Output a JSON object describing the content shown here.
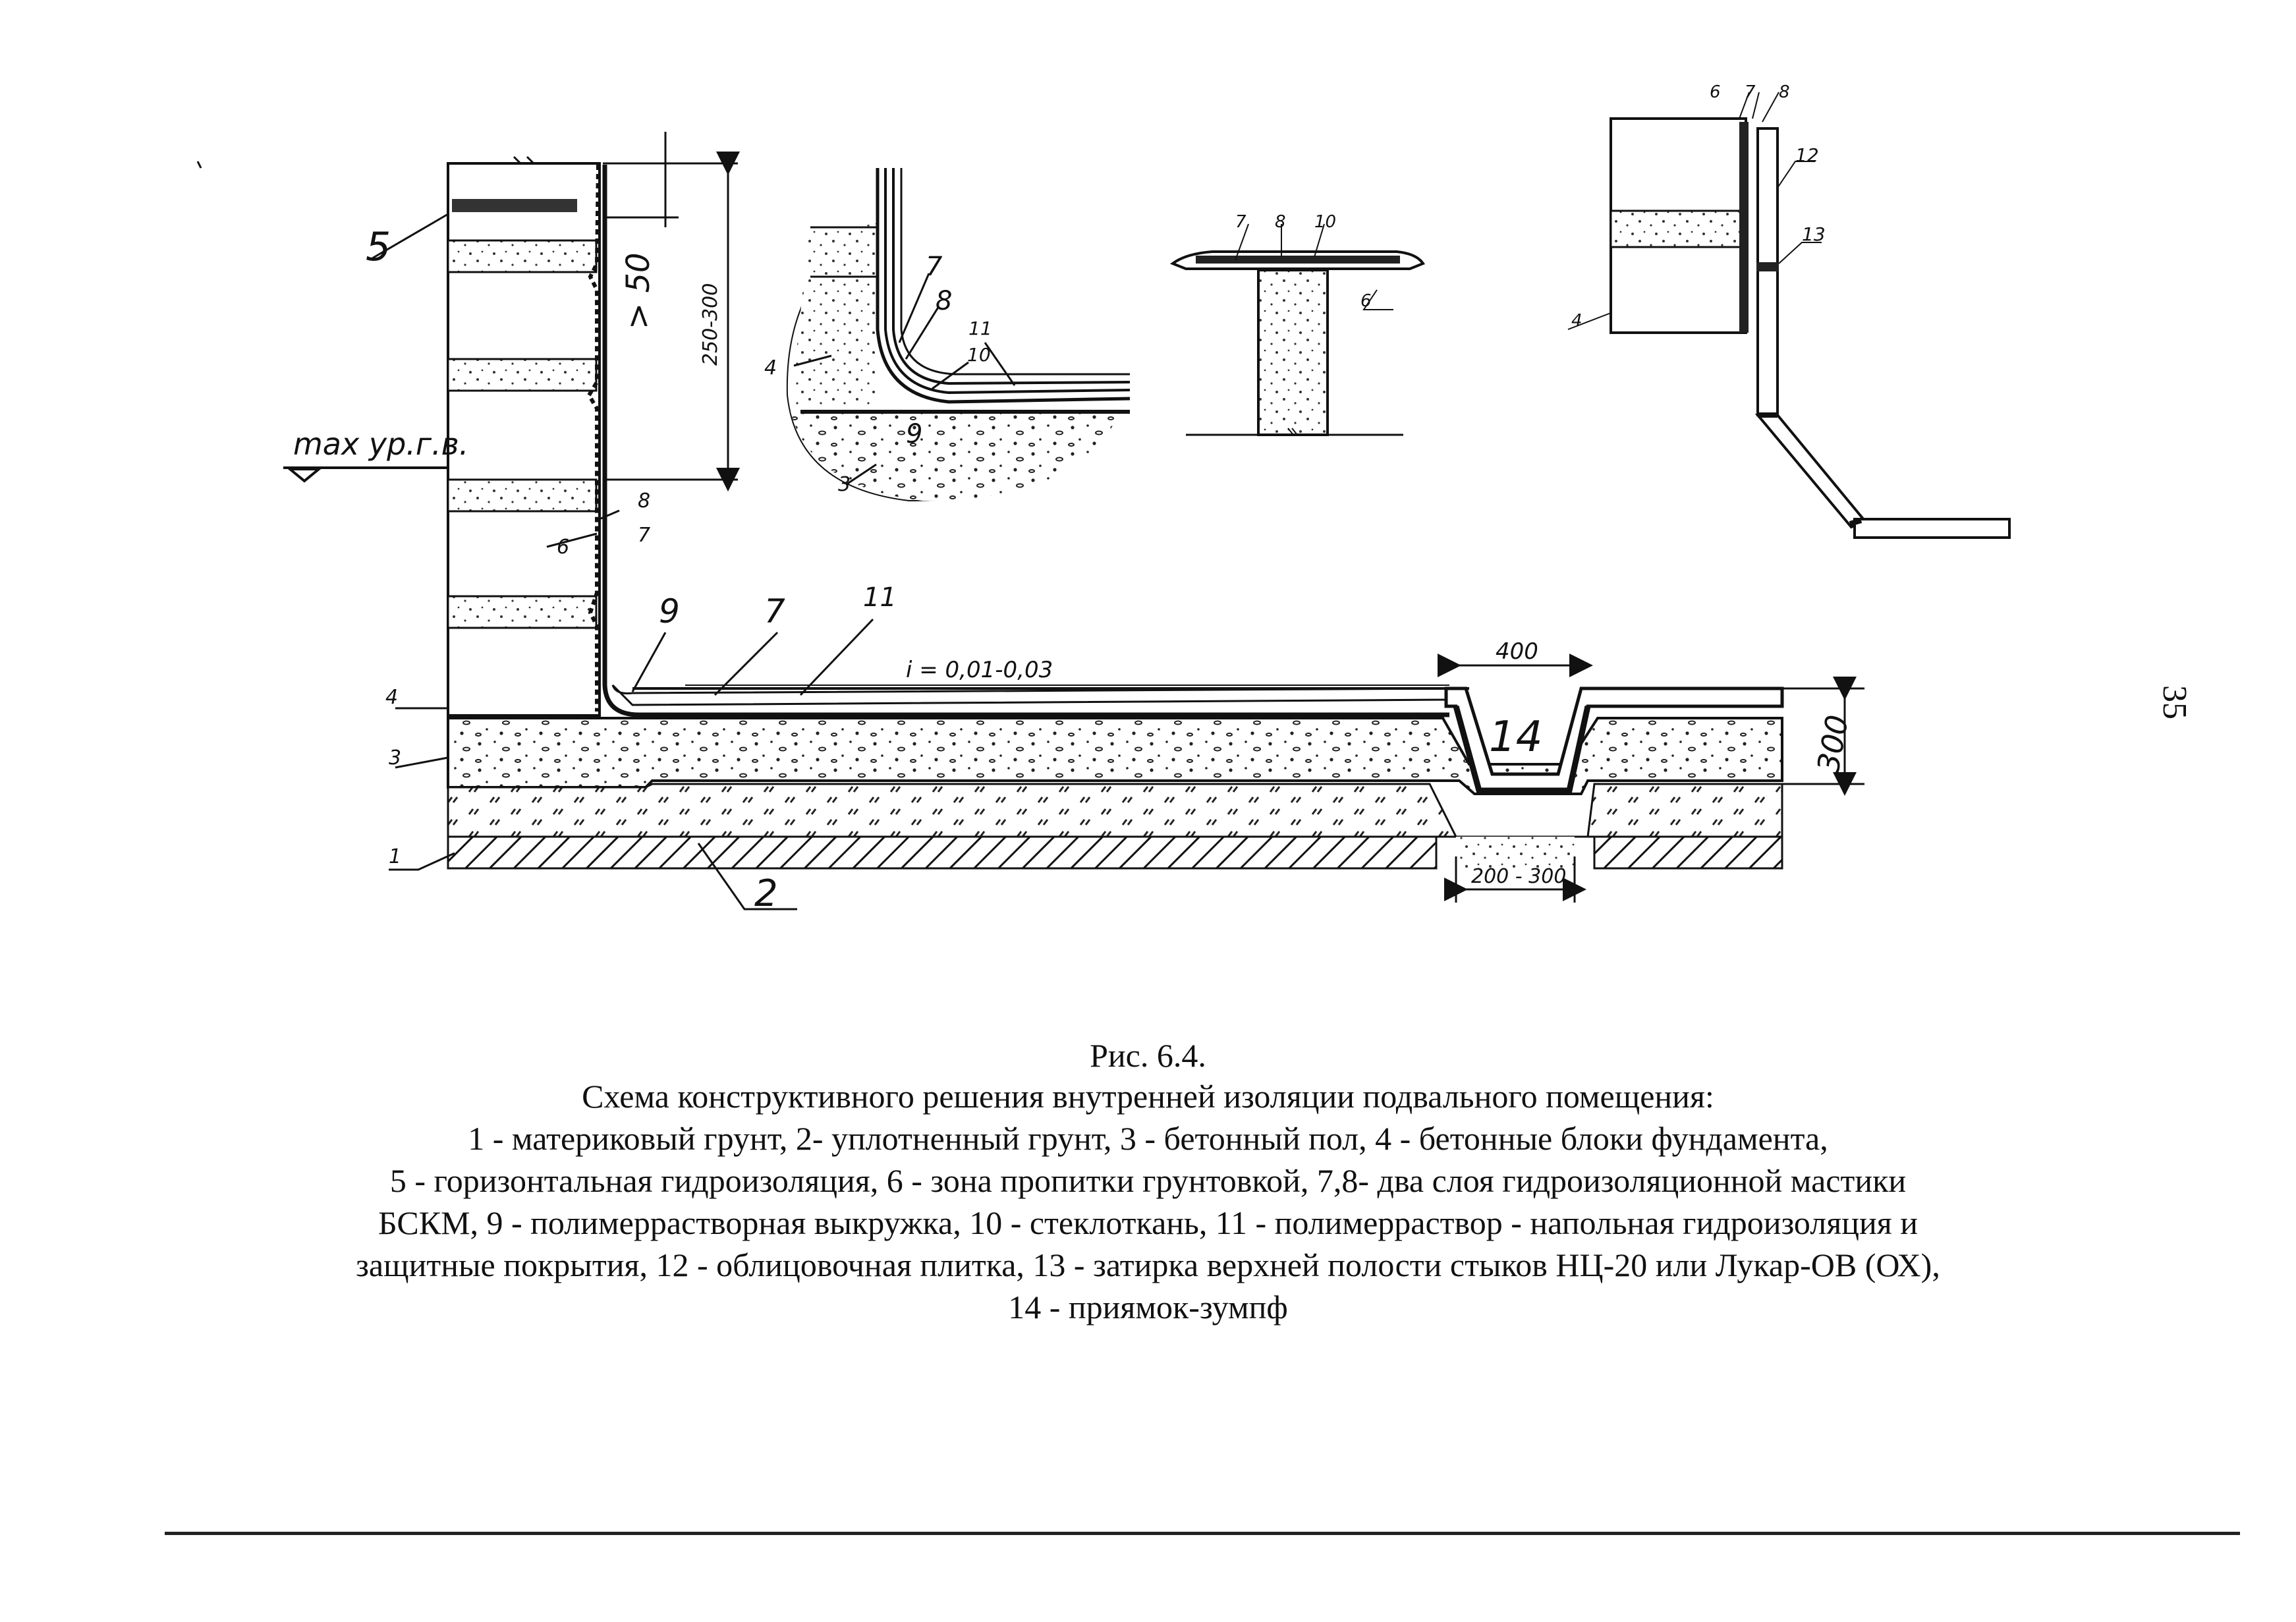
{
  "labels": {
    "n1": "1",
    "n2": "2",
    "n3": "3",
    "n4": "4",
    "n5": "5",
    "n6": "6",
    "n7": "7",
    "n8": "8",
    "n9": "9",
    "n10": "10",
    "n11": "11",
    "n12": "12",
    "n13": "13",
    "n14": "14"
  },
  "dims": {
    "gt50": "> 50",
    "range_250_300": "250-300",
    "max_gw": "max ур.г.в.",
    "slope": "i = 0,01-0,03",
    "w400": "400",
    "h300": "300",
    "w200_300": "200 - 300"
  },
  "caption": {
    "title": "Рис. 6.4.",
    "subtitle": "Схема конструктивного решения внутренней изоляции подвального помещения:",
    "lines": [
      "1 - материковый грунт, 2- уплотненный грунт, 3 - бетонный пол, 4 - бетонные блоки фундамента,",
      "5 - горизонтальная гидроизоляция, 6 - зона пропитки грунтовкой, 7,8- два слоя гидроизоляционной мастики",
      "БСКМ, 9 - полимеррастворная выкружка, 10 - стеклоткань, 11 - полимерраствор - напольная гидроизоляция и",
      "защитные покрытия, 12 - облицовочная плитка, 13 - затирка верхней полости стыков НЦ-20 или Лукар-ОВ (ОХ),",
      "14 - приямок-зумпф"
    ]
  },
  "page_number": "35"
}
